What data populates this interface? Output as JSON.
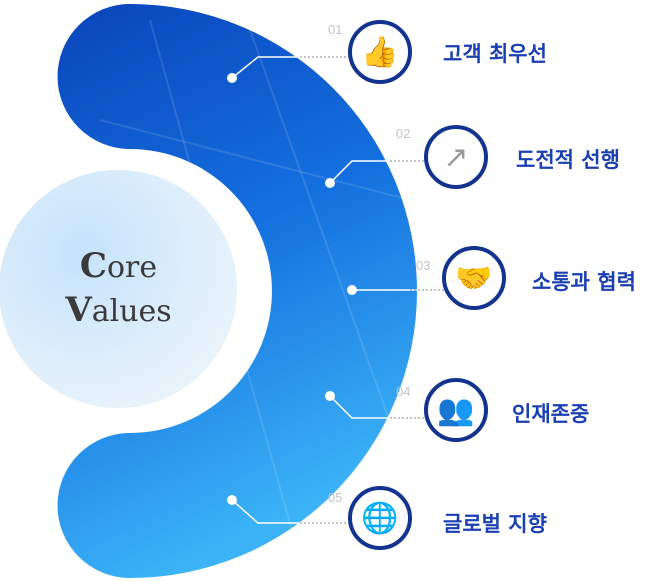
{
  "center": {
    "line1_initial": "C",
    "line1_rest": "ore",
    "line2_initial": "V",
    "line2_rest": "alues"
  },
  "colors": {
    "band_top": "#0d4fc4",
    "band_bottom": "#37a9f5",
    "ring": "#12348f",
    "label": "#1a3fb0"
  },
  "values": [
    {
      "num": "01",
      "label": "고객 최우선",
      "icon": "thumbs-up-icon"
    },
    {
      "num": "02",
      "label": "도전적 선행",
      "icon": "growth-arrow-icon"
    },
    {
      "num": "03",
      "label": "소통과 협력",
      "icon": "handshake-icon"
    },
    {
      "num": "04",
      "label": "인재존중",
      "icon": "people-hand-icon"
    },
    {
      "num": "05",
      "label": "글로벌 지향",
      "icon": "globe-icon"
    }
  ]
}
